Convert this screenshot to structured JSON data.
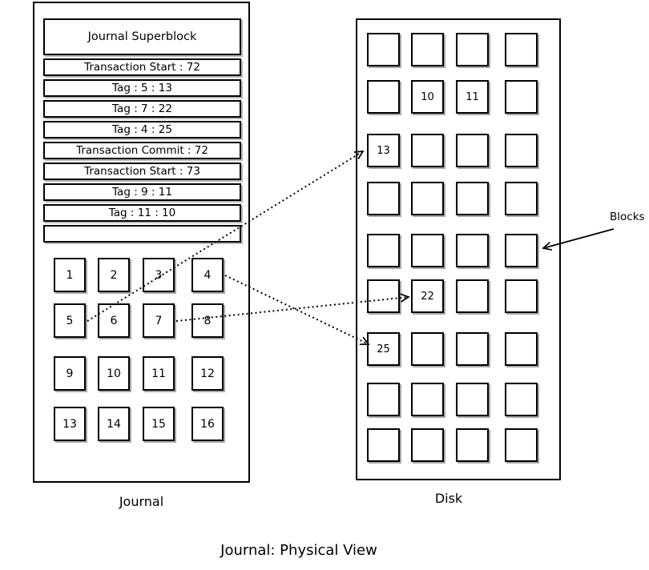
{
  "title": "Journal: Physical View",
  "journal": {
    "label": "Journal",
    "superblock": {
      "header": "Journal Superblock",
      "rows": [
        "Transaction Start : 72",
        "Tag : 5 : 13",
        "Tag : 7 : 22",
        "Tag : 4 : 25",
        "Transaction Commit : 72",
        "Transaction Start : 73",
        "Tag : 9 : 11",
        "Tag : 11 : 10",
        ""
      ]
    },
    "blocks": [
      "1",
      "2",
      "3",
      "4",
      "5",
      "6",
      "7",
      "8",
      "9",
      "10",
      "11",
      "12",
      "13",
      "14",
      "15",
      "16"
    ]
  },
  "disk": {
    "label": "Disk",
    "blocks": [
      [
        "",
        "",
        "",
        ""
      ],
      [
        "",
        "10",
        "11",
        ""
      ],
      [
        "13",
        "",
        "",
        ""
      ],
      [
        "",
        "",
        "",
        ""
      ],
      [
        "",
        "",
        "",
        ""
      ],
      [
        "",
        "22",
        "",
        ""
      ],
      [
        "25",
        "",
        "",
        ""
      ],
      [
        "",
        "",
        "",
        ""
      ],
      [
        "",
        "",
        "",
        ""
      ]
    ]
  },
  "annotations": {
    "blocks_label": "Blocks"
  },
  "arrows": [
    {
      "from": "journal-block-5",
      "to": "disk-block-13",
      "style": "dotted"
    },
    {
      "from": "journal-block-7",
      "to": "disk-block-22",
      "style": "dotted"
    },
    {
      "from": "journal-block-4",
      "to": "disk-block-25",
      "style": "dotted"
    },
    {
      "from": "blocks-label",
      "to": "disk-block-r5-c4",
      "style": "solid"
    }
  ],
  "colors": {
    "line": "#000000",
    "background": "#ffffff",
    "shadow": "#a8a8a8"
  }
}
